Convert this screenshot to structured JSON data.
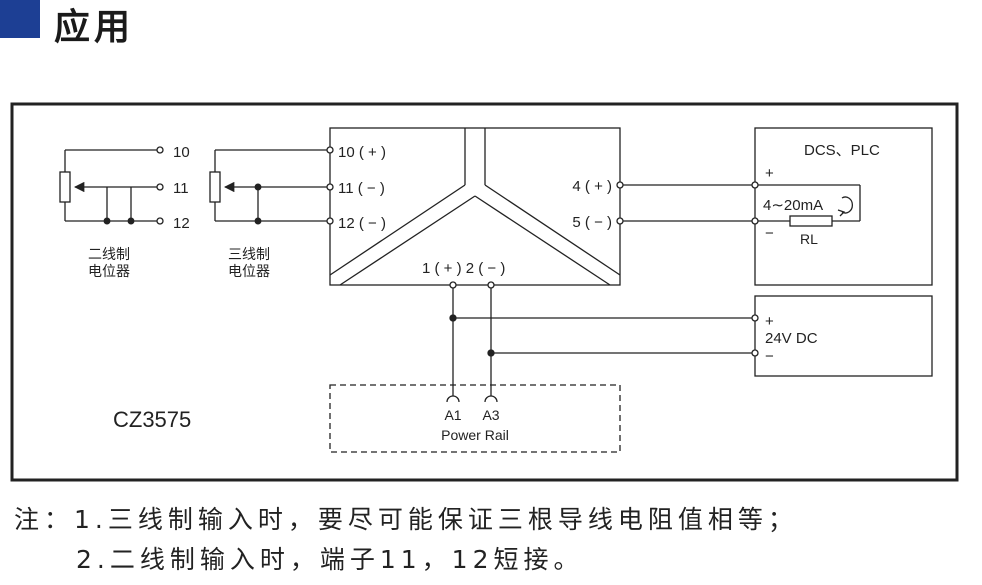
{
  "title": "应用",
  "diagram": {
    "pot2": {
      "t10": "10",
      "t11": "11",
      "t12": "12",
      "label1": "二线制",
      "label2": "电位器"
    },
    "pot3": {
      "label1": "三线制",
      "label2": "电位器"
    },
    "module": {
      "in10": "10 ( + )",
      "in11": "11 ( − )",
      "in12": "12 ( − )",
      "out4": "4 ( + )",
      "out5": "5 ( − )",
      "pwr": "1 ( + )  2 ( − )",
      "model": "CZ3575"
    },
    "dcs": {
      "title": "DCS、PLC",
      "plus": "+",
      "minus": "−",
      "signal": "4∼20mA",
      "rl": "RL"
    },
    "supply": {
      "plus": "+",
      "label": "24V  DC",
      "minus": "−"
    },
    "rail": {
      "a1": "A1",
      "a3": "A3",
      "label": "Power Rail"
    }
  },
  "notes": {
    "line1": "注：1.三线制输入时，要尽可能保证三根导线电阻值相等；",
    "line2": "2.二线制输入时，端子11，12短接。"
  }
}
